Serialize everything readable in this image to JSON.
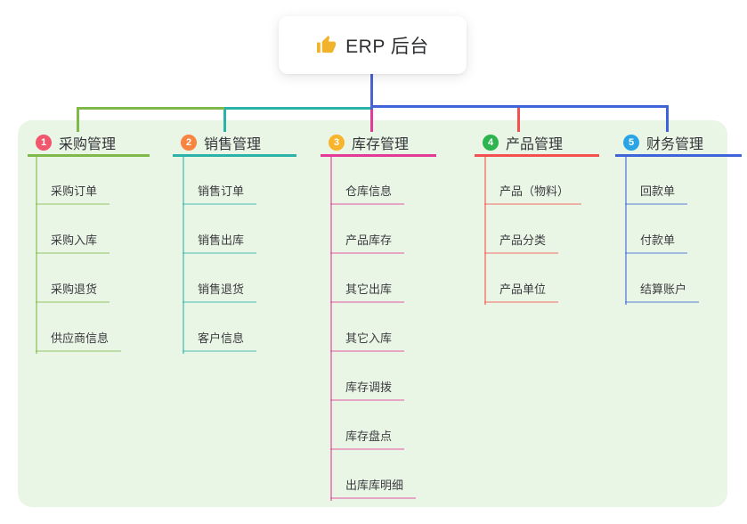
{
  "root": {
    "label": "ERP 后台",
    "icon": "thumbs-up-icon",
    "icon_color": "#f2b32c",
    "connector_color": "#4d63d0"
  },
  "panel": {
    "background": "#eaf6e5"
  },
  "branches": [
    {
      "index": "1",
      "title": "采购管理",
      "badge_color": "#f0566c",
      "line_color": "#7fb94a",
      "children": [
        "采购订单",
        "采购入库",
        "采购退货",
        "供应商信息"
      ]
    },
    {
      "index": "2",
      "title": "销售管理",
      "badge_color": "#f8853f",
      "line_color": "#2cb3a9",
      "children": [
        "销售订单",
        "销售出库",
        "销售退货",
        "客户信息"
      ]
    },
    {
      "index": "3",
      "title": "库存管理",
      "badge_color": "#f8b42c",
      "line_color": "#e23a96",
      "children": [
        "仓库信息",
        "产品库存",
        "其它出库",
        "其它入库",
        "库存调拨",
        "库存盘点",
        "出库库明细"
      ]
    },
    {
      "index": "4",
      "title": "产品管理",
      "badge_color": "#2db44f",
      "line_color": "#f4504f",
      "children": [
        "产品（物料）",
        "产品分类",
        "产品单位"
      ]
    },
    {
      "index": "5",
      "title": "财务管理",
      "badge_color": "#2aa4e4",
      "line_color": "#3f63d8",
      "children": [
        "回款单",
        "付款单",
        "结算账户"
      ]
    }
  ]
}
